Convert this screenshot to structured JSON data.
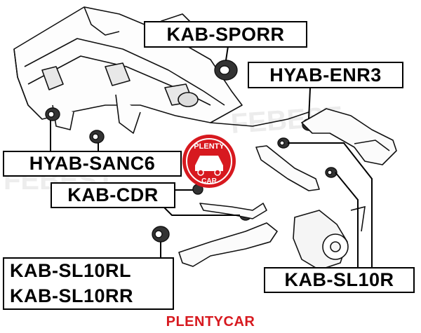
{
  "labels": {
    "kab_sporr": "KAB-SPORR",
    "hyab_enr3": "HYAB-ENR3",
    "hyab_sanc6": "HYAB-SANC6",
    "kab_cdr": "KAB-CDR",
    "kab_sl10rl": "KAB-SL10RL",
    "kab_sl10rr": "KAB-SL10RR",
    "kab_sl10r": "KAB-SL10R"
  },
  "logo": {
    "line1": "PLENTY",
    "line2": "CAR"
  },
  "footer": {
    "brand": "PLENTYCAR"
  },
  "colors": {
    "brand_red": "#d7191f",
    "line": "#000000",
    "watermark": "#e6e6e6"
  }
}
